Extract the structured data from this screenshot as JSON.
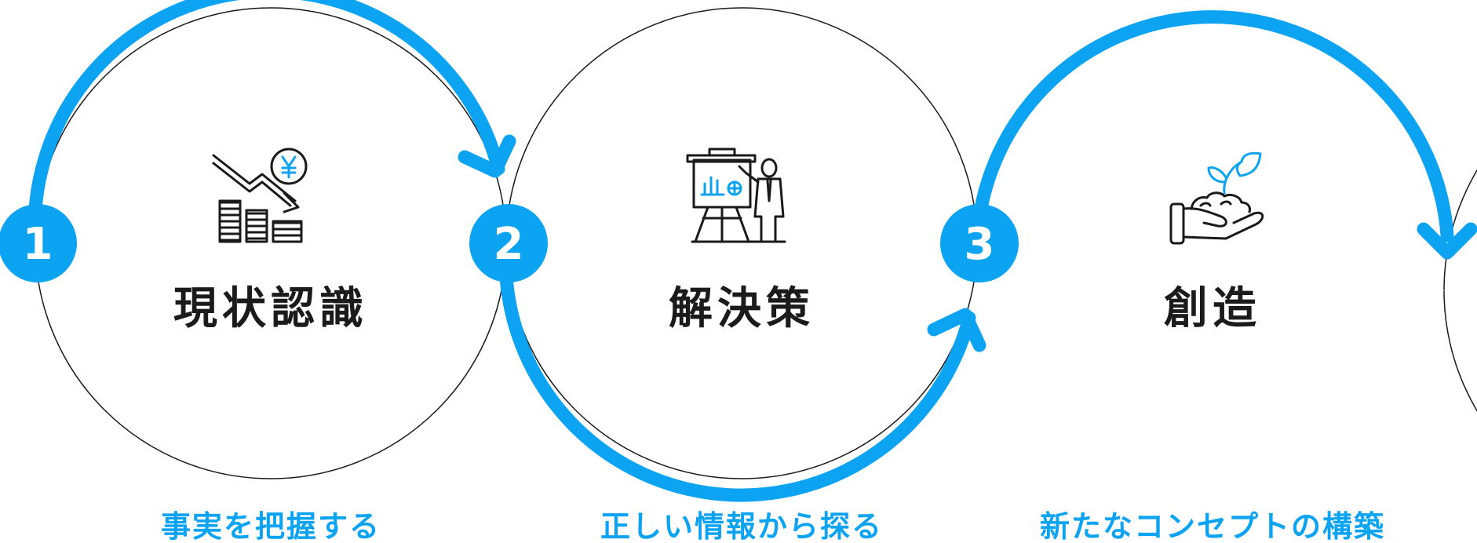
{
  "colors": {
    "accent": "#0ca3f2",
    "text": "#1b1b1b",
    "outline": "#1a1a1a"
  },
  "steps": [
    {
      "number": "1",
      "title": "現状認識",
      "subtitle": "事実を把握する",
      "icon": "declining-yen-chart-icon"
    },
    {
      "number": "2",
      "title": "解決策",
      "subtitle": "正しい情報から探る",
      "icon": "presenter-whiteboard-icon"
    },
    {
      "number": "3",
      "title": "創造",
      "subtitle": "新たなコンセプトの構築",
      "icon": "hand-sprout-icon"
    }
  ]
}
